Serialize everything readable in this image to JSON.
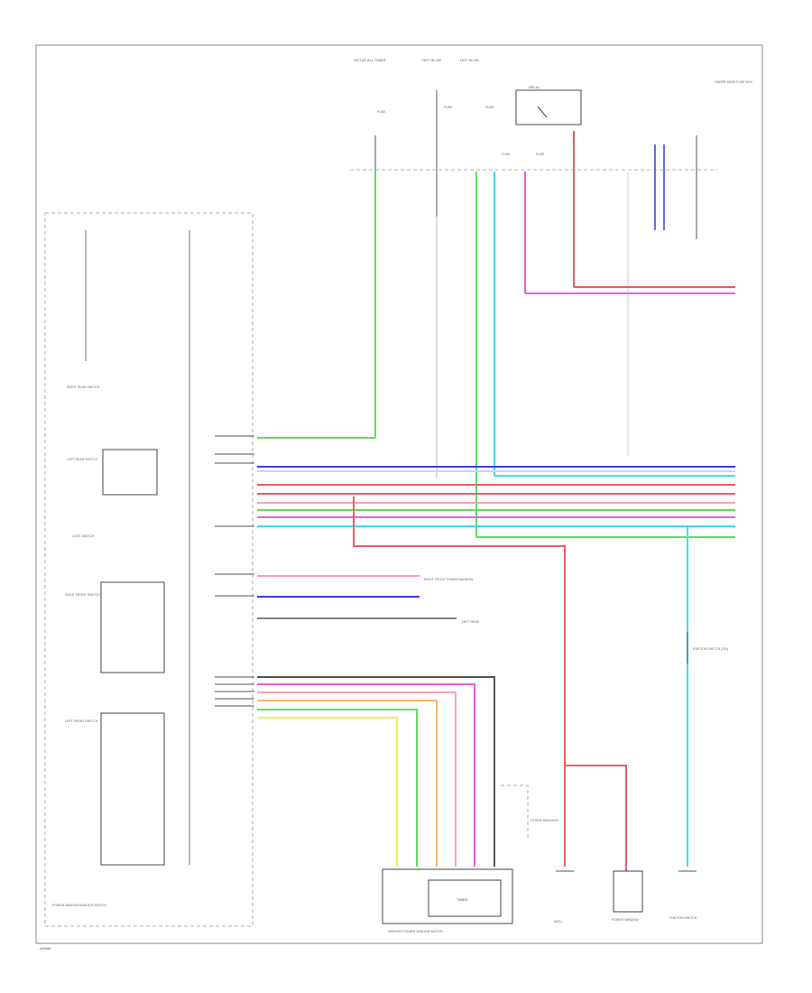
{
  "diagram": {
    "page_code": "ra0086",
    "colors": {
      "green": "#5ee05e",
      "cyan": "#39e0ef",
      "blue": "#3a3ae6",
      "red": "#f05a68",
      "pink": "#f6a3b6",
      "magenta": "#ee5fd6",
      "yellow": "#eef050",
      "orange": "#f6b873",
      "black": "#3a3a3a",
      "gray": "#aaaaaa",
      "light": "#d0d0ff"
    },
    "top_sources": [
      "HOT AT ALL TIMES",
      "HOT IN ON",
      "HOT IN ON"
    ],
    "relay_label": "RELAY",
    "fuse_labels": [
      "FUSE",
      "FUSE",
      "FUSE",
      "FUSE",
      "FUSE"
    ],
    "right_notes": [
      "UNDER-DASH FUSE BOX"
    ],
    "left_panel_title": "POWER WINDOW MASTER SWITCH",
    "left_sub_switches": [
      "RIGHT REAR SWITCH",
      "LEFT REAR SWITCH",
      "LOCK SWITCH",
      "RIGHT FRONT SWITCH",
      "LEFT FRONT SWITCH"
    ],
    "timer_block": "TIMER",
    "bottom_module_label": "DRIVER'S POWER WINDOW MOTOR",
    "bottom_labels": [
      "MICU",
      "POWER WINDOW",
      "IGNITION SWITCH"
    ],
    "connector_notes": [
      "RIGHT FRONT POWER WINDOW",
      "LEFT REAR",
      "OTHER WINDOWS"
    ],
    "ign_label": "IGNITION SWITCH (ON)"
  }
}
